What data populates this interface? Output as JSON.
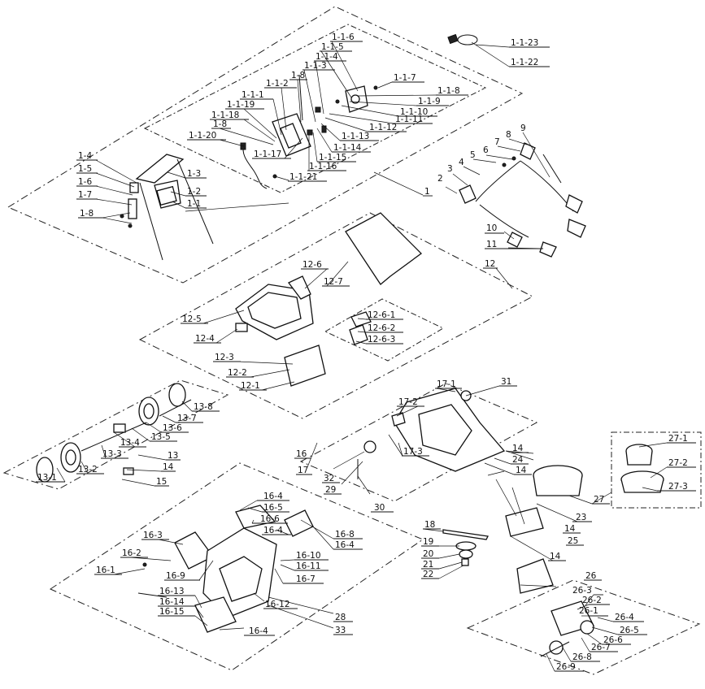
{
  "labels": {
    "p1_1_23": "1-1-23",
    "p1_1_22": "1-1-22",
    "p1_1_6": "1-1-6",
    "p1_1_5": "1-1-5",
    "p1_1_4": "1-1-4",
    "p1_1_3": "1-1-3",
    "p1_8a": "1-8",
    "p1_1_2": "1-1-2",
    "p1_1_1": "1-1-1",
    "p1_1_19": "1-1-19",
    "p1_1_18": "1-1-18",
    "p1_8b": "1-8",
    "p1_1_20": "1-1-20",
    "p1_1_7": "1-1-7",
    "p1_1_8": "1-1-8",
    "p1_1_9": "1-1-9",
    "p1_1_10": "1-1-10",
    "p1_1_11": "1-1-11",
    "p1_1_12": "1-1-12",
    "p1_1_13": "1-1-13",
    "p1_1_14": "1-1-14",
    "p1_1_15": "1-1-15",
    "p1_1_16": "1-1-16",
    "p1_1_17": "1-1-17",
    "p1_1_21": "1-1-21",
    "p1_4": "1-4",
    "p1_5": "1-5",
    "p1_6": "1-6",
    "p1_7": "1-7",
    "p1_8c": "1-8",
    "p1_3": "1-3",
    "p1_2": "1-2",
    "p1_1": "1-1",
    "p1": "1",
    "p2": "2",
    "p3": "3",
    "p4": "4",
    "p5": "5",
    "p6": "6",
    "p7": "7",
    "p8": "8",
    "p9": "9",
    "p10": "10",
    "p11": "11",
    "p12": "12",
    "p12_6": "12-6",
    "p12_7": "12-7",
    "p12_5": "12-5",
    "p12_4": "12-4",
    "p12_3": "12-3",
    "p12_2": "12-2",
    "p12_1": "12-1",
    "p12_6_1": "12-6-1",
    "p12_6_2": "12-6-2",
    "p12_6_3": "12-6-3",
    "p13_8": "13-8",
    "p13_7": "13-7",
    "p13_6": "13-6",
    "p13_5": "13-5",
    "p13_4": "13-4",
    "p13_3": "13-3",
    "p13_2": "13-2",
    "p13_1": "13-1",
    "p13": "13",
    "p14a": "14",
    "p15": "15",
    "p17_1": "17-1",
    "p31": "31",
    "p17_2": "17-2",
    "p17_3": "17-3",
    "p16": "16",
    "p17": "17",
    "p32": "32",
    "p29": "29",
    "p30": "30",
    "p24": "24",
    "p14b": "14",
    "p14c": "14",
    "p14d": "14",
    "p14e": "14",
    "p23": "23",
    "p25": "25",
    "p27_1": "27-1",
    "p27_2": "27-2",
    "p27_3": "27-3",
    "p27": "27",
    "p18": "18",
    "p19": "19",
    "p20": "20",
    "p21": "21",
    "p22": "22",
    "p16_4a": "16-4",
    "p16_5": "16-5",
    "p16_6": "16-6",
    "p16_4b": "16-4",
    "p16_8": "16-8",
    "p16_4c": "16-4",
    "p16_3": "16-3",
    "p16_2": "16-2",
    "p16_1": "16-1",
    "p16_9": "16-9",
    "p16_10": "16-10",
    "p16_11": "16-11",
    "p16_7": "16-7",
    "p16_12": "16-12",
    "p16_13": "16-13",
    "p16_14": "16-14",
    "p16_15": "16-15",
    "p16_4d": "16-4",
    "p28": "28",
    "p33": "33",
    "p26": "26",
    "p26_3": "26-3",
    "p26_2": "26-2",
    "p26_1": "26-1",
    "p26_4": "26-4",
    "p26_5": "26-5",
    "p26_6": "26-6",
    "p26_7": "26-7",
    "p26_8": "26-8",
    "p26_9": "26-9"
  }
}
